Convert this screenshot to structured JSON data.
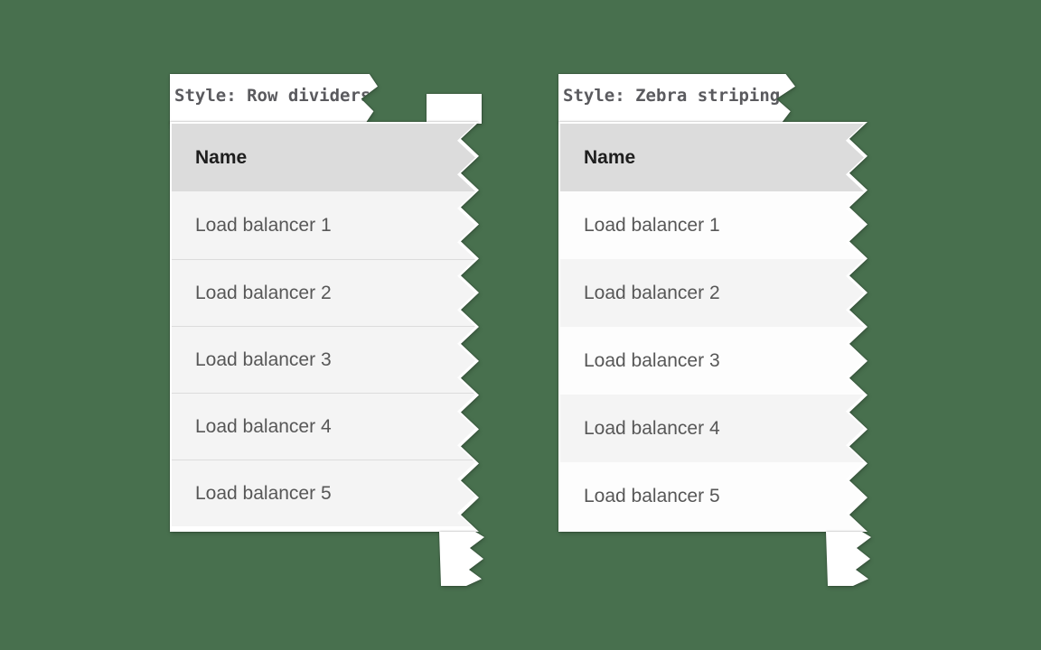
{
  "colors": {
    "canvas-bg": "#48704e",
    "fragment-white": "#ffffff",
    "header-bg": "#dcdcdc",
    "row-alt-bg": "#f4f4f4",
    "row-white-bg": "#fdfdfd",
    "divider": "#dcdcdc",
    "header-text": "#1e1e1e",
    "row-text": "#575757",
    "label-text": "#5a5a5e"
  },
  "panels": [
    {
      "label": "Style: Row dividers",
      "style": "row-dividers",
      "header": "Name",
      "rows": [
        "Load balancer 1",
        "Load balancer 2",
        "Load balancer 3",
        "Load balancer 4",
        "Load balancer 5"
      ]
    },
    {
      "label": "Style: Zebra striping",
      "style": "zebra-striping",
      "header": "Name",
      "rows": [
        "Load balancer 1",
        "Load balancer 2",
        "Load balancer 3",
        "Load balancer 4",
        "Load balancer 5"
      ]
    }
  ]
}
